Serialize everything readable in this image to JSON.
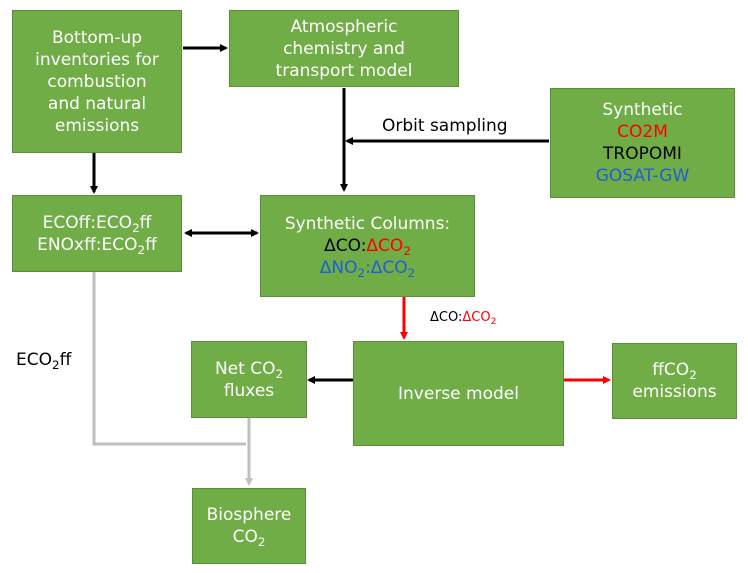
{
  "boxes": {
    "inventories": [
      "Bottom-up",
      "inventories for",
      "combustion",
      "and natural",
      "emissions"
    ],
    "chem_model": [
      "Atmospheric",
      "chemistry and",
      "transport model"
    ],
    "synthetic": {
      "title": "Synthetic",
      "co2m": "CO2M",
      "tropomi": "TROPOMI",
      "gosat": "GOSAT-GW"
    },
    "ratios": {
      "line1_a": "ECOff:ECO",
      "line1_sub": "2",
      "line1_b": "ff",
      "line2_a": "ENOxff:ECO",
      "line2_sub": "2",
      "line2_b": "ff"
    },
    "columns": {
      "title": "Synthetic Columns:",
      "r2_a": "ΔCO:",
      "r2_b": "ΔCO",
      "r2_sub": "2",
      "r3_a": "ΔNO",
      "r3_sub1": "2",
      "r3_b": ":ΔCO",
      "r3_sub2": "2"
    },
    "net_fluxes": {
      "a": "Net CO",
      "sub": "2",
      "b": "fluxes"
    },
    "inverse": "Inverse model",
    "ffco2": {
      "a": "ffCO",
      "sub": "2",
      "b": "emissions"
    },
    "biosphere": {
      "a": "Biosphere",
      "b": "CO",
      "sub": "2"
    }
  },
  "labels": {
    "orbit_sampling": "Orbit sampling",
    "eco2ff": {
      "a": "ECO",
      "sub": "2",
      "b": "ff"
    },
    "dco_dco2": {
      "a": "ΔCO:",
      "b": "ΔCO",
      "sub": "2"
    }
  },
  "colors": {
    "box_fill": "#70AD47",
    "arrow_black": "#000000",
    "arrow_red": "#ff0000",
    "arrow_gray": "#bfbfbf",
    "accent_red": "#ff0000",
    "accent_blue": "#1f5fd6"
  }
}
